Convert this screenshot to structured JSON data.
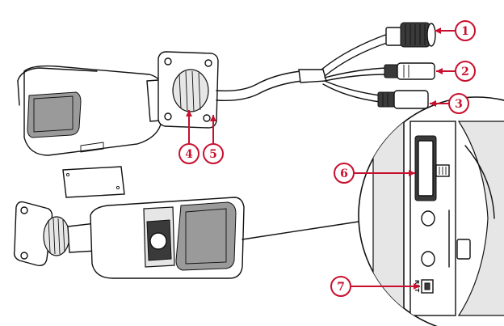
{
  "diagram": {
    "callouts": [
      {
        "id": 1,
        "label": "1"
      },
      {
        "id": 2,
        "label": "2"
      },
      {
        "id": 3,
        "label": "3"
      },
      {
        "id": 4,
        "label": "4"
      },
      {
        "id": 5,
        "label": "5"
      },
      {
        "id": 6,
        "label": "6"
      },
      {
        "id": 7,
        "label": "7"
      }
    ],
    "reset_marking": "RST",
    "callout_color": "#c8102e"
  }
}
